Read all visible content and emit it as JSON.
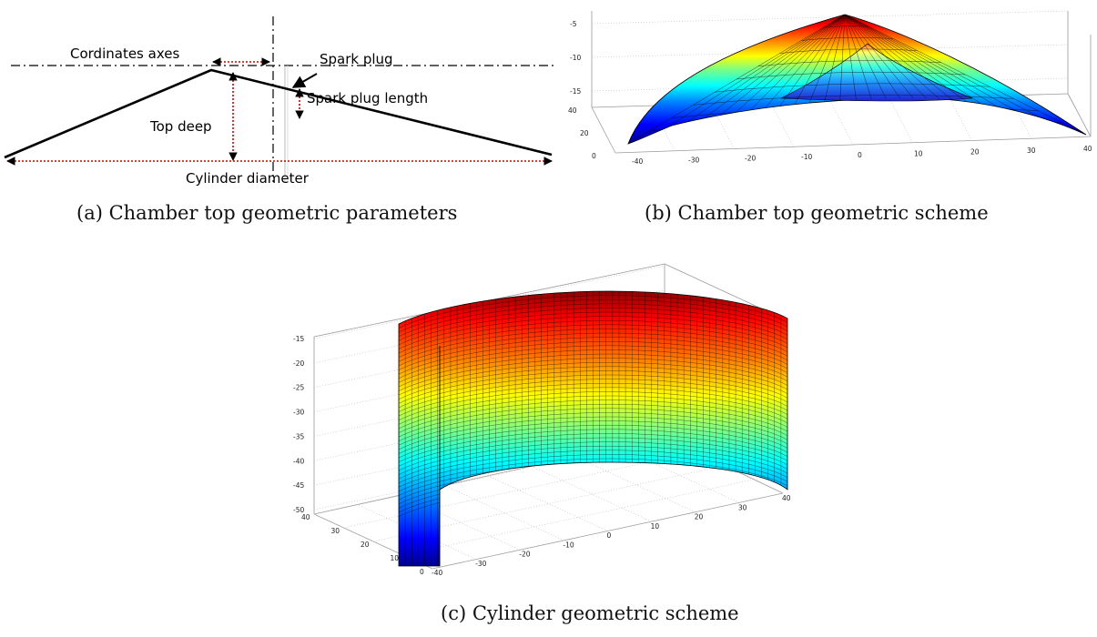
{
  "panel_a": {
    "labels": {
      "coordinates_axes": "Cordinates axes",
      "spark_plug": "Spark plug",
      "spark_plug_length": "Spark plug length",
      "top_deep": "Top deep",
      "cylinder_diameter": "Cylinder diameter"
    },
    "caption": "(a) Chamber top geometric parameters"
  },
  "panel_b": {
    "z_ticks": [
      "-5",
      "-10",
      "-15"
    ],
    "y_ticks": [
      "40",
      "20",
      "0"
    ],
    "x_ticks": [
      "-40",
      "-30",
      "-20",
      "-10",
      "0",
      "10",
      "20",
      "30",
      "40"
    ],
    "caption": "(b) Chamber top geometric scheme"
  },
  "panel_c": {
    "z_ticks": [
      "-15",
      "-20",
      "-25",
      "-30",
      "-35",
      "-40",
      "-45",
      "-50"
    ],
    "y_ticks": [
      "40",
      "30",
      "20",
      "10",
      "0"
    ],
    "x_ticks": [
      "-40",
      "-30",
      "-20",
      "-10",
      "0",
      "10",
      "20",
      "30",
      "40"
    ],
    "caption": "(c) Cylinder geometric scheme"
  },
  "colors": {
    "colormap": [
      "#00008f",
      "#0000ff",
      "#0080ff",
      "#00ffff",
      "#80ff80",
      "#ffff00",
      "#ff8000",
      "#ff0000",
      "#8f0000"
    ],
    "guide_lines": "#cc0000"
  }
}
